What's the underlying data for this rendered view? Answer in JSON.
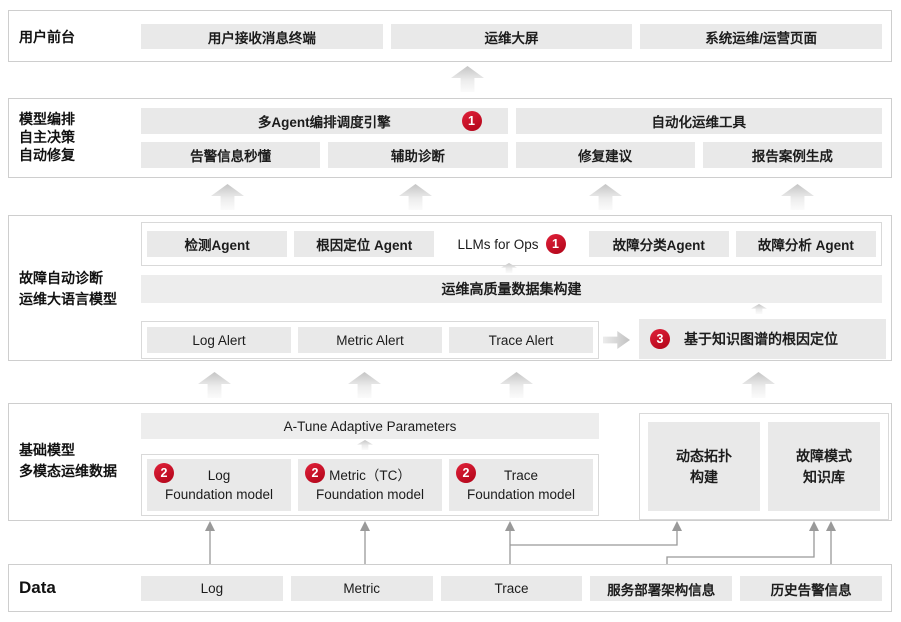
{
  "colors": {
    "accent_red": "#c00418",
    "box_fill": "#e9e9e9",
    "border": "#cecece"
  },
  "s1": {
    "label": "用户前台",
    "boxes": [
      "用户接收消息终端",
      "运维大屏",
      "系统运维/运营页面"
    ]
  },
  "s2": {
    "label_lines": [
      "模型编排",
      "自主决策",
      "自动修复"
    ],
    "row1": [
      {
        "label": "多Agent编排调度引擎",
        "badge": "1"
      },
      {
        "label": "自动化运维工具"
      }
    ],
    "row2": [
      "告警信息秒懂",
      "辅助诊断",
      "修复建议",
      "报告案例生成"
    ]
  },
  "s3": {
    "label_lines": [
      "故障自动诊断",
      "运维大语言模型"
    ],
    "agent_row": [
      "检测Agent",
      "根因定位 Agent"
    ],
    "llms": {
      "label": "LLMs for Ops",
      "badge": "1"
    },
    "agent_row2": [
      "故障分类Agent",
      "故障分析 Agent"
    ],
    "band": "运维高质量数据集构建",
    "alerts": [
      "Log Alert",
      "Metric Alert",
      "Trace Alert"
    ],
    "kg": {
      "badge": "3",
      "label": "基于知识图谱的根因定位"
    }
  },
  "s4": {
    "label_lines": [
      "基础模型",
      "多模态运维数据"
    ],
    "atune": "A-Tune Adaptive Parameters",
    "models": [
      {
        "badge": "2",
        "line1": "Log",
        "line2": "Foundation model"
      },
      {
        "badge": "2",
        "line1": "Metric（TC）",
        "line2": "Foundation model"
      },
      {
        "badge": "2",
        "line1": "Trace",
        "line2": "Foundation model"
      }
    ],
    "right_boxes": [
      {
        "line1": "动态拓扑",
        "line2": "构建"
      },
      {
        "line1": "故障模式",
        "line2": "知识库"
      }
    ]
  },
  "s5": {
    "label": "Data",
    "boxes": [
      "Log",
      "Metric",
      "Trace",
      "服务部署架构信息",
      "历史告警信息"
    ]
  }
}
